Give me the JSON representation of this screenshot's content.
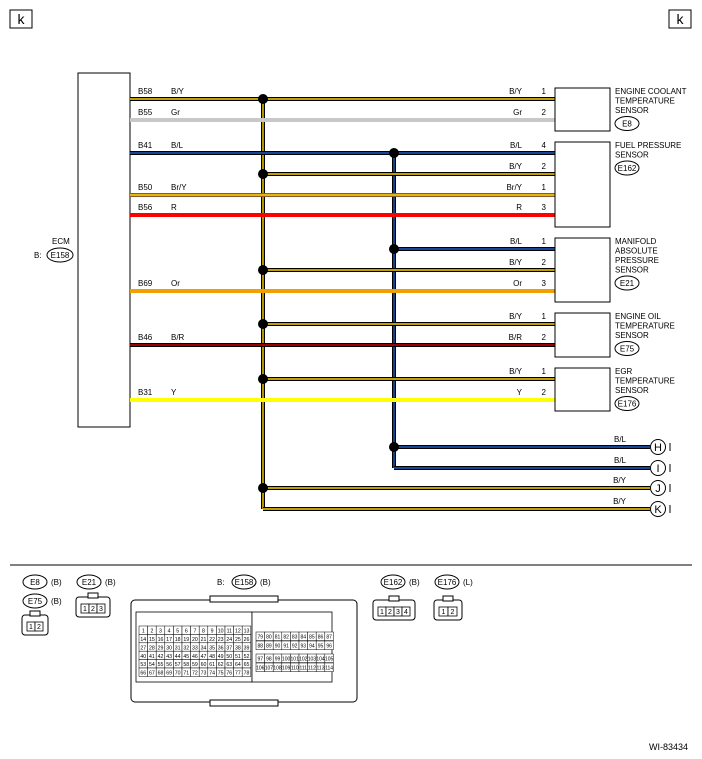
{
  "page_markers": {
    "left": "k",
    "right": "k"
  },
  "ecm": {
    "name": "ECM",
    "prefix": "B:",
    "connector": "E158"
  },
  "ecm_pins": [
    {
      "pin": "B58",
      "wire": "B/Y",
      "color": "#000000",
      "stripe": "#ffd400"
    },
    {
      "pin": "B55",
      "wire": "Gr",
      "color": "#c8c8c8",
      "stripe": ""
    },
    {
      "pin": "B41",
      "wire": "B/L",
      "color": "#000000",
      "stripe": "#1e5ec8"
    },
    {
      "pin": "B50",
      "wire": "Br/Y",
      "color": "#8b5a2b",
      "stripe": "#ffd400"
    },
    {
      "pin": "B56",
      "wire": "R",
      "color": "#ff0000",
      "stripe": ""
    },
    {
      "pin": "B69",
      "wire": "Or",
      "color": "#f0a000",
      "stripe": ""
    },
    {
      "pin": "B46",
      "wire": "B/R",
      "color": "#000000",
      "stripe": "#d40000"
    },
    {
      "pin": "B31",
      "wire": "Y",
      "color": "#ffff00",
      "stripe": ""
    }
  ],
  "sensors": [
    {
      "lines": [
        "ENGINE COOLANT",
        "TEMPERATURE",
        "SENSOR"
      ],
      "connector": "E8",
      "pins": [
        {
          "wire": "B/Y",
          "num": "1"
        },
        {
          "wire": "Gr",
          "num": "2"
        }
      ]
    },
    {
      "lines": [
        "FUEL PRESSURE",
        "SENSOR"
      ],
      "connector": "E162",
      "pins": [
        {
          "wire": "B/L",
          "num": "4"
        },
        {
          "wire": "B/Y",
          "num": "2"
        },
        {
          "wire": "Br/Y",
          "num": "1"
        },
        {
          "wire": "R",
          "num": "3"
        }
      ]
    },
    {
      "lines": [
        "MANIFOLD",
        "ABSOLUTE",
        "PRESSURE",
        "SENSOR"
      ],
      "connector": "E21",
      "pins": [
        {
          "wire": "B/L",
          "num": "1"
        },
        {
          "wire": "B/Y",
          "num": "2"
        },
        {
          "wire": "Or",
          "num": "3"
        }
      ]
    },
    {
      "lines": [
        "ENGINE OIL",
        "TEMPERATURE",
        "SENSOR"
      ],
      "connector": "E75",
      "pins": [
        {
          "wire": "B/Y",
          "num": "1"
        },
        {
          "wire": "B/R",
          "num": "2"
        }
      ]
    },
    {
      "lines": [
        "EGR",
        "TEMPERATURE",
        "SENSOR"
      ],
      "connector": "E176",
      "pins": [
        {
          "wire": "B/Y",
          "num": "1"
        },
        {
          "wire": "Y",
          "num": "2"
        }
      ]
    }
  ],
  "continuations": [
    {
      "wire": "B/L",
      "marker": "H"
    },
    {
      "wire": "B/L",
      "marker": "I"
    },
    {
      "wire": "B/Y",
      "marker": "J"
    },
    {
      "wire": "B/Y",
      "marker": "K"
    }
  ],
  "connector_views": [
    {
      "connector": "E8",
      "suffix": "(B)"
    },
    {
      "connector": "E75",
      "suffix": "(B)"
    },
    {
      "connector": "E21",
      "suffix": "(B)"
    },
    {
      "connector": "E158",
      "prefix": "B:",
      "suffix": "(B)"
    },
    {
      "connector": "E162",
      "suffix": "(B)"
    },
    {
      "connector": "E176",
      "suffix": "(L)"
    }
  ],
  "two_pin_labels": [
    "1",
    "2"
  ],
  "three_pin_labels": [
    "1",
    "2",
    "3"
  ],
  "four_pin_labels": [
    "1",
    "2",
    "3",
    "4"
  ],
  "ecm_connector_left_rows": [
    [
      "1",
      "2",
      "3",
      "4",
      "5",
      "6",
      "7",
      "8",
      "9",
      "10",
      "11",
      "12",
      "13"
    ],
    [
      "14",
      "15",
      "16",
      "17",
      "18",
      "19",
      "20",
      "21",
      "22",
      "23",
      "24",
      "25",
      "26"
    ],
    [
      "27",
      "28",
      "29",
      "30",
      "31",
      "32",
      "33",
      "34",
      "35",
      "36",
      "37",
      "38",
      "39"
    ],
    [
      "40",
      "41",
      "42",
      "43",
      "44",
      "45",
      "46",
      "47",
      "48",
      "49",
      "50",
      "51",
      "52"
    ],
    [
      "53",
      "54",
      "55",
      "56",
      "57",
      "58",
      "59",
      "60",
      "61",
      "62",
      "63",
      "64",
      "65"
    ],
    [
      "66",
      "67",
      "68",
      "69",
      "70",
      "71",
      "72",
      "73",
      "74",
      "75",
      "76",
      "77",
      "78"
    ]
  ],
  "ecm_connector_right_rows": [
    [
      "79",
      "80",
      "81",
      "82",
      "83",
      "84",
      "85",
      "86",
      "87"
    ],
    [
      "88",
      "89",
      "90",
      "91",
      "92",
      "93",
      "94",
      "95",
      "96"
    ],
    [
      "97",
      "98",
      "99",
      "100",
      "101",
      "102",
      "103",
      "104",
      "105"
    ],
    [
      "106",
      "107",
      "108",
      "109",
      "110",
      "111",
      "112",
      "113",
      "114"
    ]
  ],
  "figure_id": "WI-83434"
}
